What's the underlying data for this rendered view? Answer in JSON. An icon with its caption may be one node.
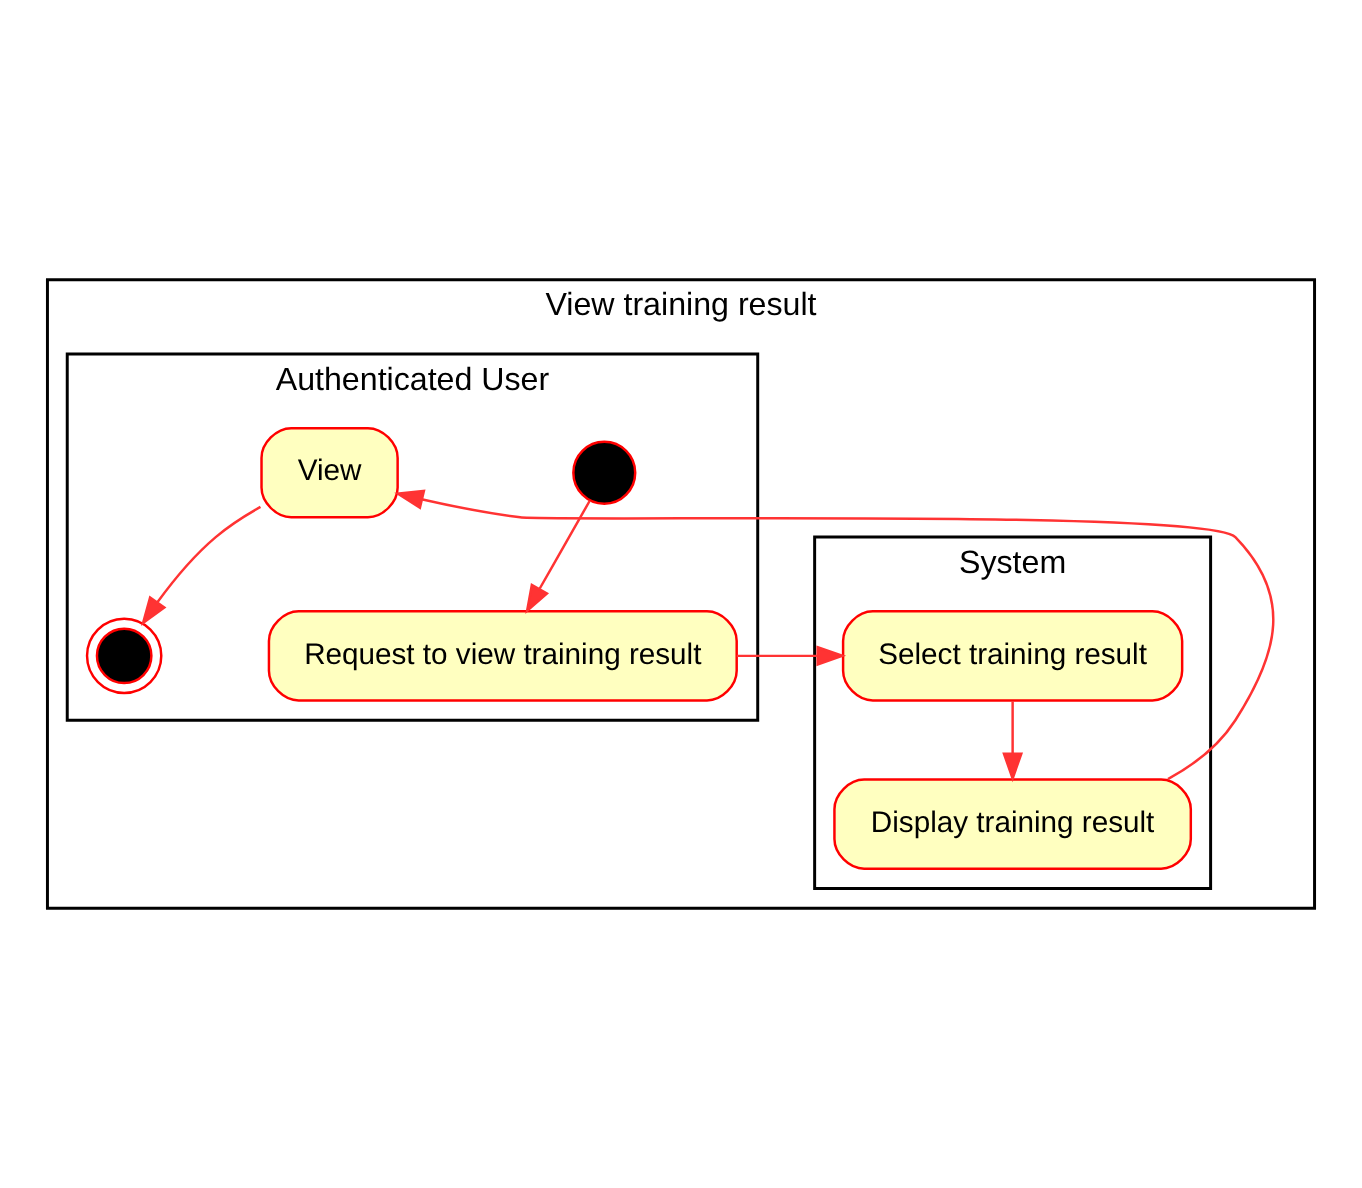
{
  "diagram": {
    "nodes": [
      {
        "text": [
          "View training result"
        ]
      },
      {
        "text": [
          "Authenticated User"
        ],
        "in": 0
      },
      {
        "text": [
          "System"
        ],
        "in": 0
      },
      {
        "text": [],
        "shape": "circle",
        "in": 1
      },
      {
        "text": [
          "Request to view training result"
        ],
        "in": 1
      },
      {
        "text": [
          "Select training result"
        ],
        "in": 2
      },
      {
        "text": [
          "Display training result"
        ],
        "in": 2
      },
      {
        "text": [
          "View"
        ],
        "in": 1
      },
      {
        "text": [],
        "shape": "circle",
        "in": 1
      }
    ],
    "edges": [
      {
        "from": 3,
        "to": 4,
        "arrow": "to"
      },
      {
        "from": 4,
        "to": 5,
        "arrow": "to"
      },
      {
        "from": 5,
        "to": 6,
        "arrow": "to"
      },
      {
        "from": 6,
        "to": 7,
        "arrow": "to"
      },
      {
        "from": 7,
        "to": 8,
        "arrow": "to"
      }
    ]
  }
}
